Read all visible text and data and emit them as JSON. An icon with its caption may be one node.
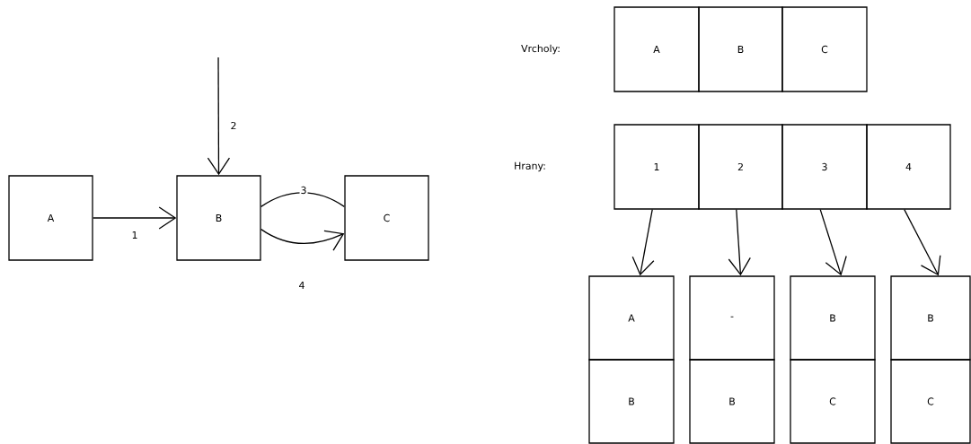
{
  "diagram": {
    "nodes": [
      {
        "text": [
          "A"
        ]
      },
      {
        "text": [
          "B"
        ]
      },
      {
        "text": [
          "C"
        ]
      },
      {
        "text": [
          "A"
        ]
      },
      {
        "text": [
          "B"
        ]
      },
      {
        "text": [
          "C"
        ]
      },
      {
        "text": [
          "1"
        ]
      },
      {
        "text": [
          "2"
        ]
      },
      {
        "text": [
          "3"
        ]
      },
      {
        "text": [
          "4"
        ]
      },
      {
        "text": [
          "A"
        ]
      },
      {
        "text": [
          "B"
        ]
      },
      {
        "text": [
          "-"
        ]
      },
      {
        "text": [
          "B"
        ]
      },
      {
        "text": [
          "B"
        ]
      },
      {
        "text": [
          "C"
        ]
      },
      {
        "text": [
          "B"
        ]
      },
      {
        "text": [
          "C"
        ]
      }
    ],
    "edges": [
      {
        "from": 0,
        "to": 1,
        "arrow": "to",
        "label": "1"
      },
      {
        "from": null,
        "to": 1,
        "arrow": "to",
        "label": "2"
      },
      {
        "from": 1,
        "to": 2,
        "arrow": "none",
        "label": "3"
      },
      {
        "from": 1,
        "to": 2,
        "arrow": "to",
        "label": "4"
      },
      {
        "from": 6,
        "to": 10,
        "arrow": "to"
      },
      {
        "from": 7,
        "to": 12,
        "arrow": "to"
      },
      {
        "from": 8,
        "to": 14,
        "arrow": "to"
      },
      {
        "from": 9,
        "to": 16,
        "arrow": "to"
      }
    ],
    "labels": [
      "Vrcholy:",
      "Hrany:"
    ]
  }
}
